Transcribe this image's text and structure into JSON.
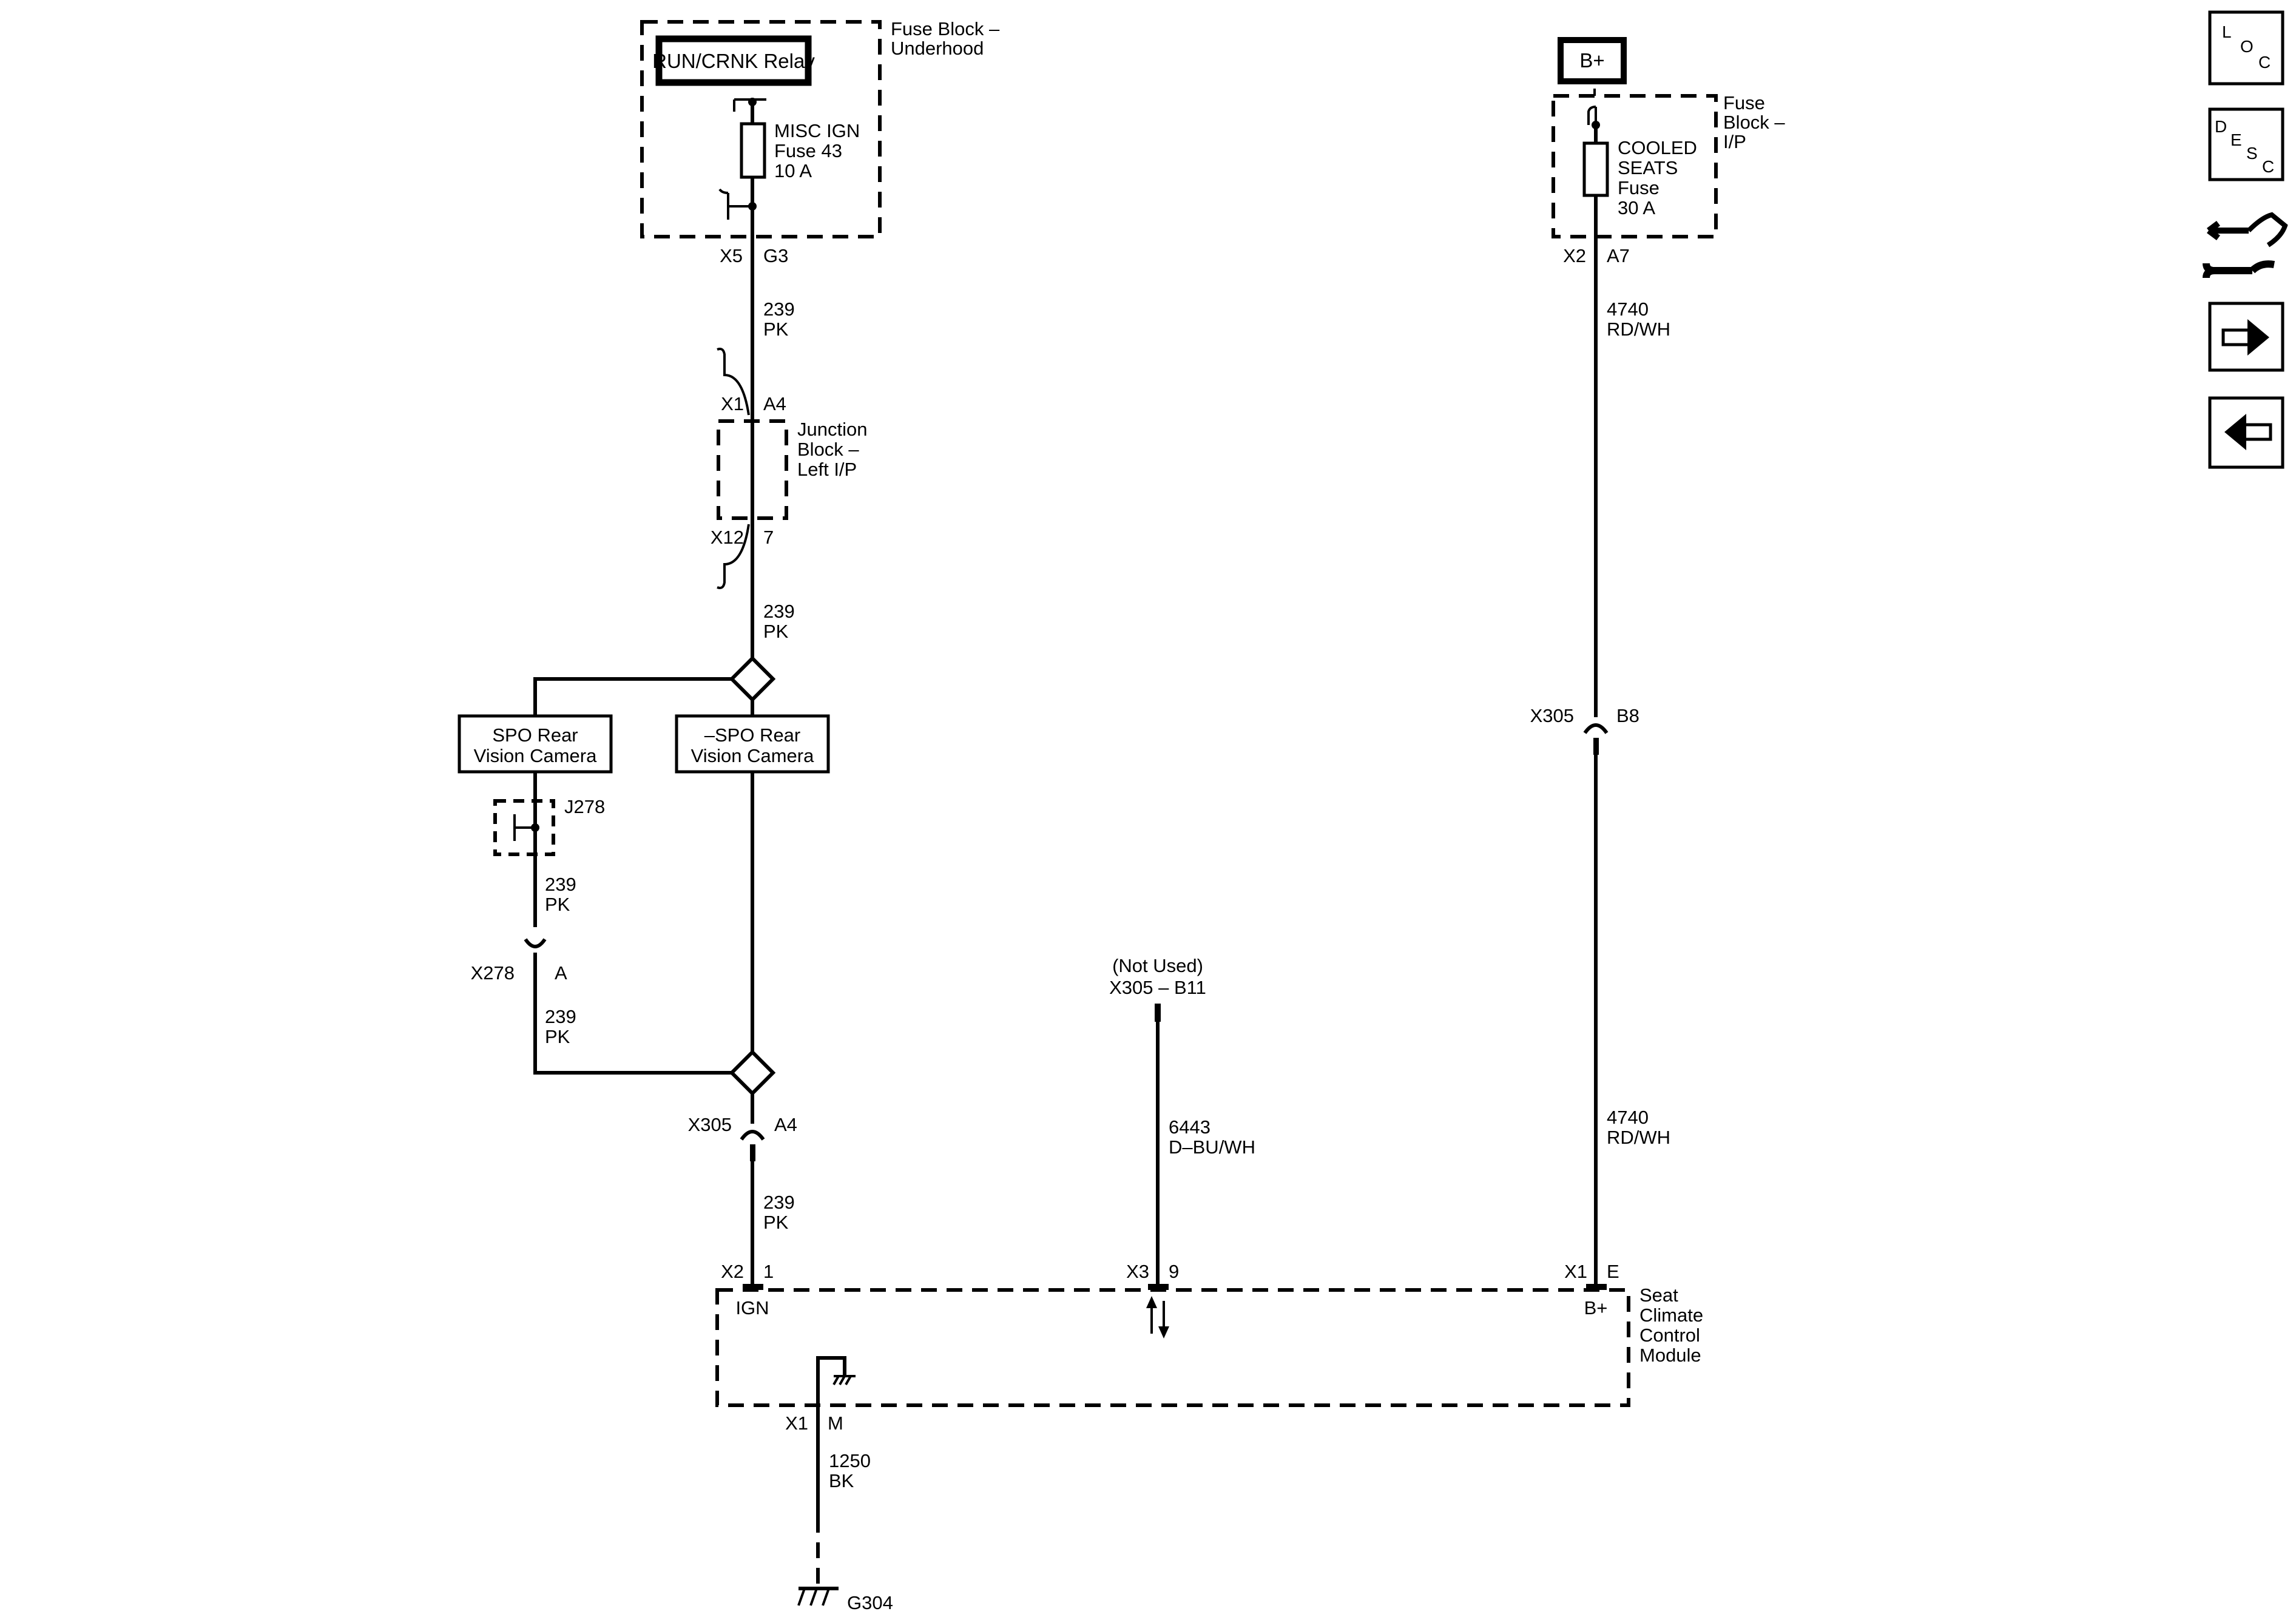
{
  "fuse_block_underhood": {
    "title_line1": "Fuse Block –",
    "title_line2": "Underhood",
    "relay_label": "RUN/CRNK Relay",
    "fuse_line1": "MISC IGN",
    "fuse_line2": "Fuse 43",
    "fuse_line3": "10 A",
    "conn_left": "X5",
    "conn_right": "G3"
  },
  "b_plus_source": {
    "label": "B+"
  },
  "fuse_block_ip": {
    "title_line1": "Fuse",
    "title_line2": "Block –",
    "title_line3": "I/P",
    "fuse_line1": "COOLED",
    "fuse_line2": "SEATS",
    "fuse_line3": "Fuse",
    "fuse_line4": "30 A",
    "conn_left": "X2",
    "conn_right": "A7"
  },
  "wires": {
    "w239_top": {
      "circuit": "239",
      "color": "PK"
    },
    "w239_after_jb": {
      "circuit": "239",
      "color": "PK"
    },
    "w239_after_j278": {
      "circuit": "239",
      "color": "PK"
    },
    "w239_after_x278": {
      "circuit": "239",
      "color": "PK"
    },
    "w239_bottom": {
      "circuit": "239",
      "color": "PK"
    },
    "w4740_top": {
      "circuit": "4740",
      "color": "RD/WH"
    },
    "w4740_bottom": {
      "circuit": "4740",
      "color": "RD/WH"
    },
    "w6443": {
      "circuit": "6443",
      "color": "D–BU/WH"
    },
    "w1250": {
      "circuit": "1250",
      "color": "BK"
    }
  },
  "junction_block": {
    "title_line1": "Junction",
    "title_line2": "Block –",
    "title_line3": "Left I/P",
    "top_conn_left": "X1",
    "top_conn_right": "A4",
    "bottom_conn_left": "X12",
    "bottom_conn_right": "7"
  },
  "options": {
    "spo_line1": "SPO Rear",
    "spo_line2": "Vision Camera",
    "no_spo_line1": "–SPO Rear",
    "no_spo_line2": "Vision Camera"
  },
  "connectors": {
    "j278": "J278",
    "x278_left": "X278",
    "x278_right": "A",
    "x305_a4_left": "X305",
    "x305_a4_right": "A4",
    "x305_b8_left": "X305",
    "x305_b8_right": "B8",
    "not_used_line1": "(Not Used)",
    "not_used_line2": "X305 – B11"
  },
  "module": {
    "title_line1": "Seat",
    "title_line2": "Climate",
    "title_line3": "Control",
    "title_line4": "Module",
    "ign_conn_left": "X2",
    "ign_conn_right": "1",
    "ign_label": "IGN",
    "data_conn_left": "X3",
    "data_conn_right": "9",
    "bplus_conn_left": "X1",
    "bplus_conn_right": "E",
    "bplus_label": "B+",
    "ground_conn_left": "X1",
    "ground_conn_right": "M"
  },
  "ground": {
    "label": "G304"
  },
  "nav": {
    "loc_l": "L",
    "loc_o": "O",
    "loc_c": "C",
    "desc_d": "D",
    "desc_e": "E",
    "desc_s": "S",
    "desc_c": "C"
  }
}
